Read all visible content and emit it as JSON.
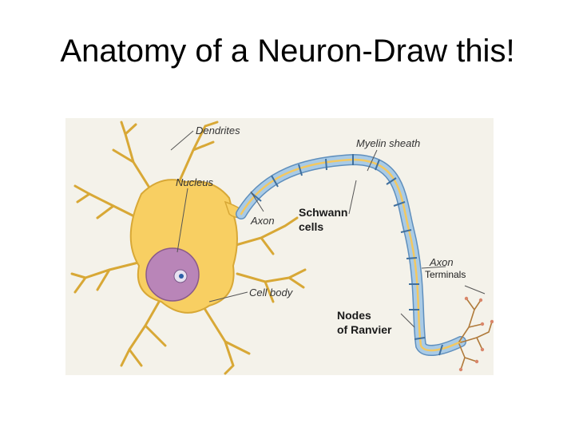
{
  "slide": {
    "title": "Anatomy of a Neuron-Draw this!"
  },
  "diagram": {
    "labels": {
      "dendrites": "Dendrites",
      "myelin_sheath": "Myelin sheath",
      "nucleus": "Nucleus",
      "axon": "Axon",
      "schwann_line1": "Schwann",
      "schwann_line2": "cells",
      "axon_terminals_line1": "Axon",
      "axon_terminals_line2": "Terminals",
      "cell_body": "Cell body",
      "nodes_line1": "Nodes",
      "nodes_line2": "of Ranvier"
    },
    "colors": {
      "background": "#f4f2ea",
      "cell_body": "#f8cf62",
      "cell_body_edge": "#d8a836",
      "nucleus": "#b985b8",
      "nucleolus": "#2d5fa8",
      "myelin": "#a9cbe6",
      "myelin_edge": "#5f8fbd",
      "axon_core": "#f3c860",
      "leader_line": "#555555"
    }
  }
}
